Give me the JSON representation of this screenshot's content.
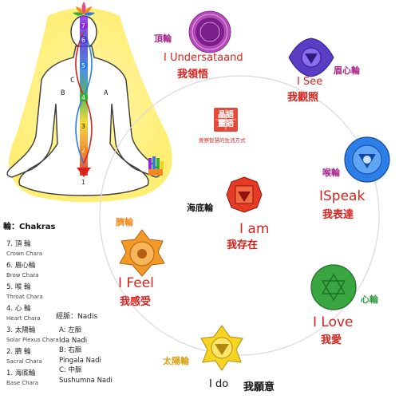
{
  "chakras": [
    {
      "id": "crown",
      "cn": "頂輪",
      "slogan_en": "I Undersataand",
      "slogan_cn": "我領悟",
      "color": "#7a1e8c"
    },
    {
      "id": "brow",
      "cn": "眉心輪",
      "slogan_en": "I See",
      "slogan_cn": "我觀照",
      "color": "#4a2a9c"
    },
    {
      "id": "throat",
      "cn": "喉輪",
      "slogan_en": "ISpeak",
      "slogan_cn": "我表達",
      "color": "#1e6ad6"
    },
    {
      "id": "heart",
      "cn": "心輪",
      "slogan_en": "I Love",
      "slogan_cn": "我愛",
      "color": "#2f9a3a"
    },
    {
      "id": "solar",
      "cn": "太陽輪",
      "slogan_en": "I do",
      "slogan_cn": "我願意",
      "color": "#f2d21a"
    },
    {
      "id": "sacral",
      "cn": "臍輪",
      "slogan_en": "I Feel",
      "slogan_cn": "我感受",
      "color": "#f08a1a"
    },
    {
      "id": "root",
      "cn": "海底輪",
      "slogan_en": "I am",
      "slogan_cn": "我存在",
      "color": "#d8231d"
    }
  ],
  "seal": {
    "text": "晶語靈語",
    "tagline": "覺察智慧的生活方式"
  },
  "legend": {
    "title": "輪：Chakras",
    "items": [
      {
        "num": "7.",
        "cn": "頂 輪",
        "en": "Crown Chara"
      },
      {
        "num": "6.",
        "cn": "眉心輪",
        "en": "Brow Chara"
      },
      {
        "num": "5.",
        "cn": "喉 輪",
        "en": "Throat Chara"
      },
      {
        "num": "4.",
        "cn": "心 輪",
        "en": "Heart Chara"
      },
      {
        "num": "3.",
        "cn": "太陽輪",
        "en": "Solar Plexus Chara"
      },
      {
        "num": "2.",
        "cn": "臍 輪",
        "en": "Sacral Chara"
      },
      {
        "num": "1.",
        "cn": "海底輪",
        "en": "Base Chara"
      }
    ]
  },
  "nadis": {
    "title": "經脈：Nadis",
    "items": [
      {
        "letter": "A:",
        "cn": "左脈",
        "en": "Ida Nadi"
      },
      {
        "letter": "B:",
        "cn": "右脈",
        "en": "Pingala Nadi"
      },
      {
        "letter": "C:",
        "cn": "中脈",
        "en": "Sushumna Nadi"
      }
    ]
  },
  "figure_labels": {
    "spine_numbers": [
      "7",
      "6",
      "5",
      "4",
      "3",
      "2",
      "1"
    ],
    "A": "A",
    "B": "B",
    "C": "C"
  }
}
